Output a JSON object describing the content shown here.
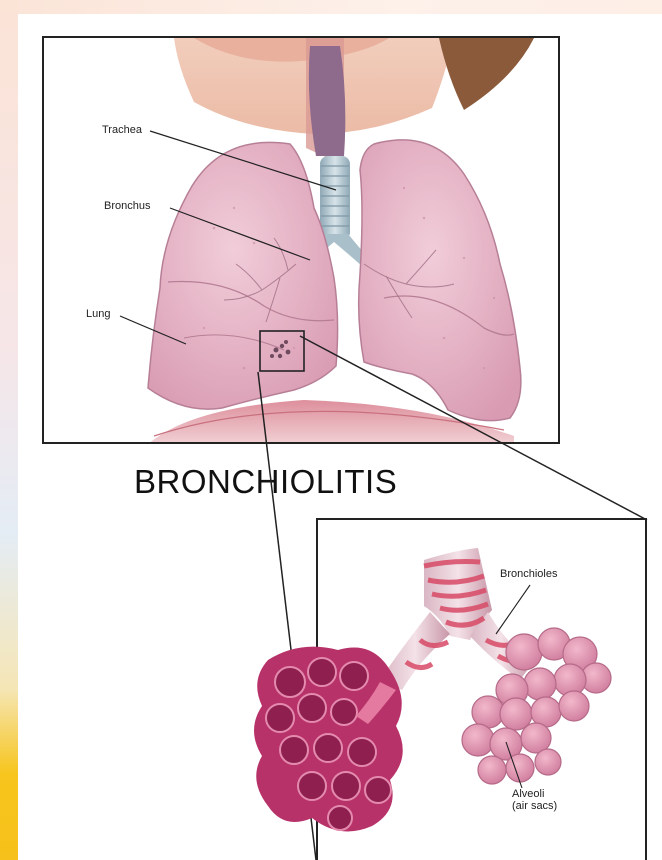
{
  "title": "BRONCHIOLITIS",
  "upper_labels": {
    "trachea": "Trachea",
    "bronchus": "Bronchus",
    "lung": "Lung"
  },
  "lower_labels": {
    "bronchioles": "Bronchioles",
    "alveoli_line1": "Alveoli",
    "alveoli_line2": "(air sacs)"
  },
  "colors": {
    "lung": "#e9b9c9",
    "lung_edge": "#b77f96",
    "trachea": "#b8ccd6",
    "alveoli": "#c23a70",
    "bronchiole_band": "#d84a66",
    "accent_strip": "#f6c11a"
  }
}
